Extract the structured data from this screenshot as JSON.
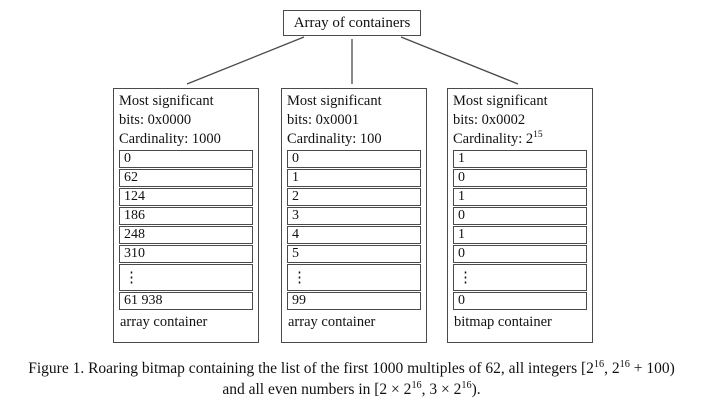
{
  "root_box": {
    "label": "Array of containers"
  },
  "containers": [
    {
      "header_lines": [
        "Most significant",
        "bits: 0x0000"
      ],
      "cardinality": {
        "prefix": "Cardinality: 1000",
        "sup": ""
      },
      "rows": [
        "0",
        "62",
        "124",
        "186",
        "248",
        "310",
        "⋮",
        "61 938"
      ],
      "label": "array container"
    },
    {
      "header_lines": [
        "Most significant",
        "bits: 0x0001"
      ],
      "cardinality": {
        "prefix": "Cardinality: 100",
        "sup": ""
      },
      "rows": [
        "0",
        "1",
        "2",
        "3",
        "4",
        "5",
        "⋮",
        "99"
      ],
      "label": "array container"
    },
    {
      "header_lines": [
        "Most significant",
        "bits: 0x0002"
      ],
      "cardinality": {
        "prefix": "Cardinality: 2",
        "sup": "15"
      },
      "rows": [
        "1",
        "0",
        "1",
        "0",
        "1",
        "0",
        "⋮",
        "0"
      ],
      "label": "bitmap container"
    }
  ],
  "caption": {
    "line1_parts": [
      {
        "t": "Figure 1. Roaring bitmap containing the list of the first 1000 multiples of 62, all integers [2"
      },
      {
        "sup": "16"
      },
      {
        "t": ", 2"
      },
      {
        "sup": "16"
      },
      {
        "t": " + 100)"
      }
    ],
    "line2_parts": [
      {
        "t": "and all even numbers in [2 × 2"
      },
      {
        "sup": "16"
      },
      {
        "t": ", 3 × 2"
      },
      {
        "sup": "16"
      },
      {
        "t": ")."
      }
    ]
  },
  "colors": {
    "background": "#ffffff",
    "border": "#4a4a4a",
    "text": "#111111"
  }
}
